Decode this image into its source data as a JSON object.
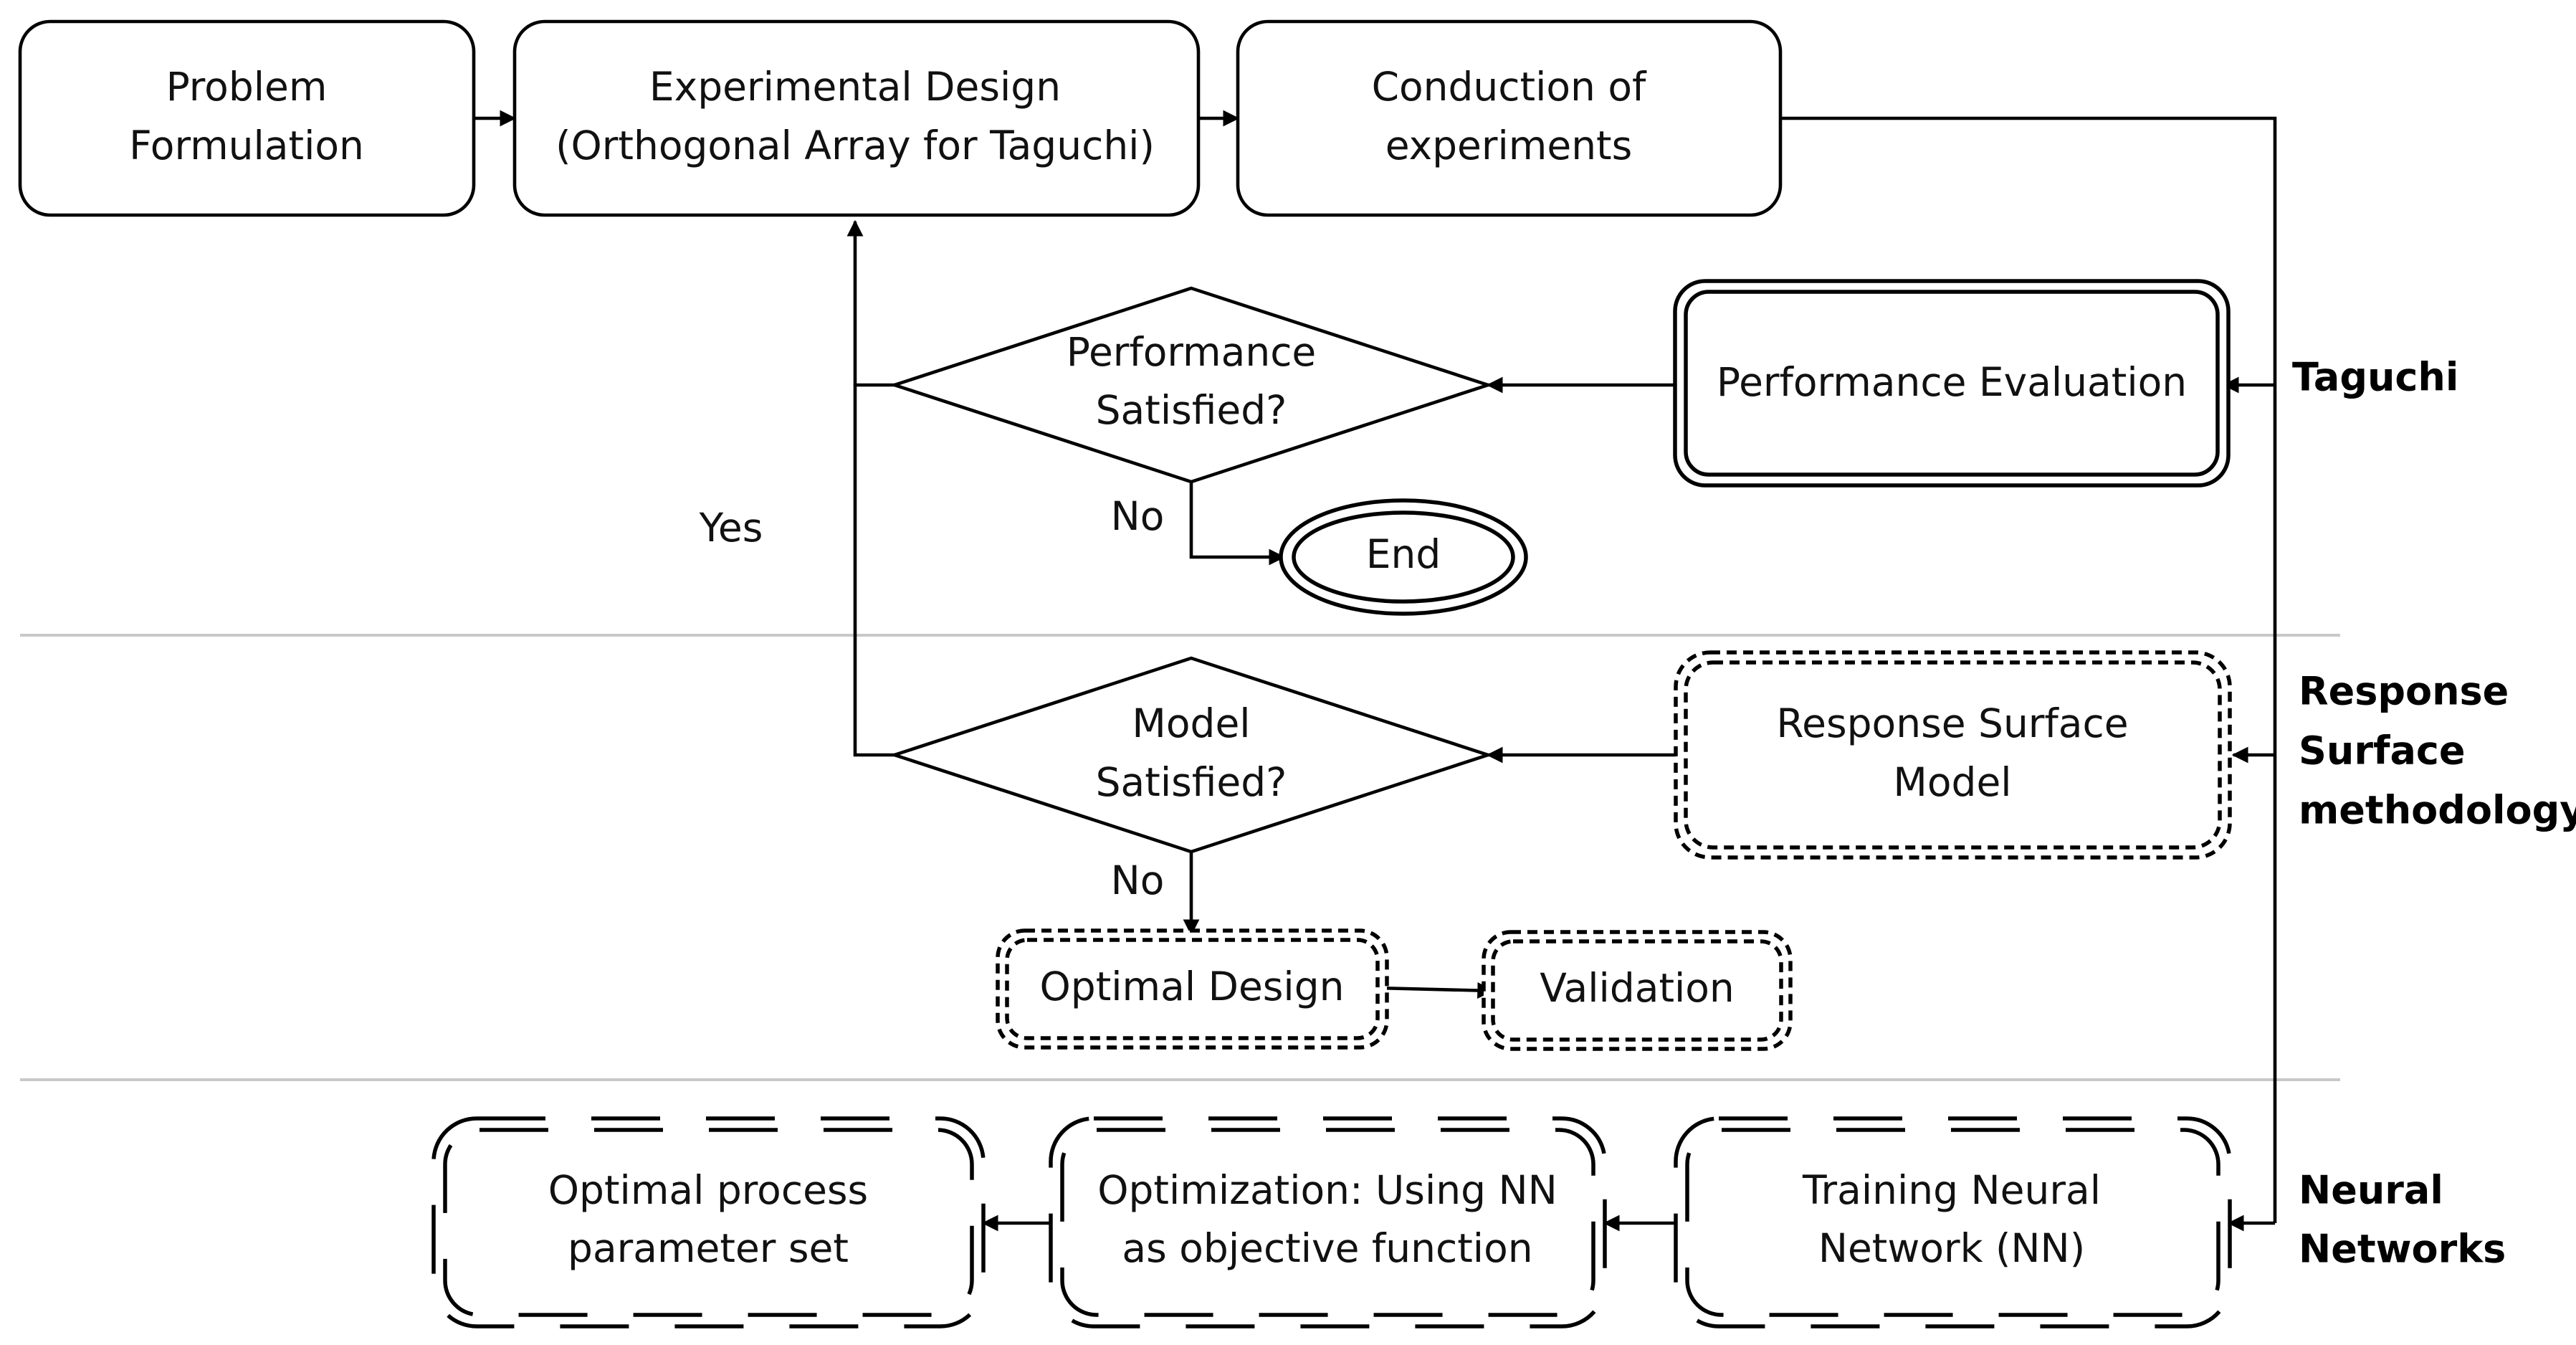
{
  "nodes": {
    "problem_formulation": [
      "Problem",
      "Formulation"
    ],
    "experimental_design": [
      "Experimental Design",
      "(Orthogonal Array for Taguchi)"
    ],
    "conduction": [
      "Conduction of",
      "experiments"
    ],
    "performance_evaluation": "Performance Evaluation",
    "performance_satisfied": [
      "Performance",
      "Satisfied?"
    ],
    "end": "End",
    "response_surface_model": [
      "Response Surface",
      "Model"
    ],
    "model_satisfied": [
      "Model",
      "Satisfied?"
    ],
    "optimal_design": "Optimal Design",
    "validation": "Validation",
    "training_nn": [
      "Training Neural",
      "Network (NN)"
    ],
    "optimization_nn": [
      "Optimization: Using NN",
      "as objective function"
    ],
    "optimal_parameter_set": [
      "Optimal process",
      "parameter set"
    ]
  },
  "edge_labels": {
    "yes": "Yes",
    "no_performance": "No",
    "no_model": "No"
  },
  "sections": {
    "taguchi": "Taguchi",
    "rsm": [
      "Response",
      "Surface",
      "methodology"
    ],
    "nn": [
      "Neural",
      "Networks"
    ]
  }
}
